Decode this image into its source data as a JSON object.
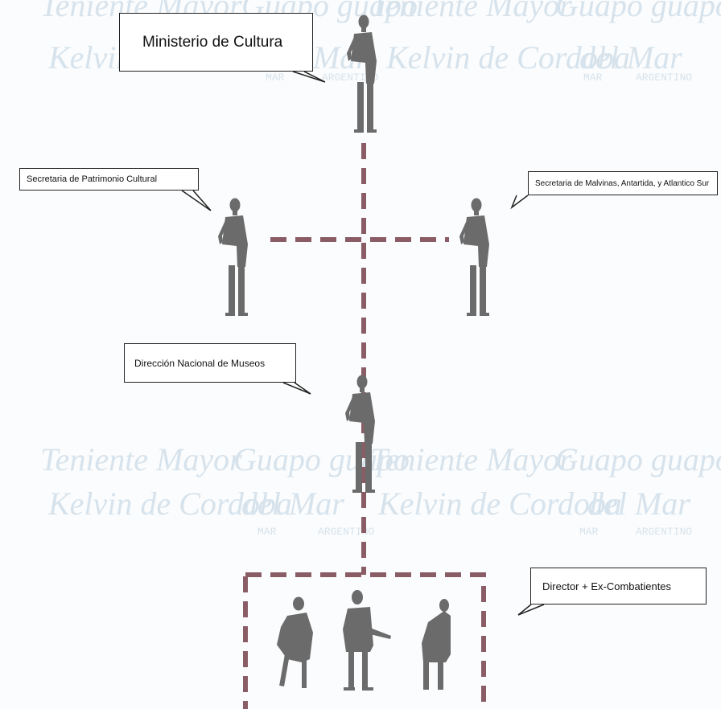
{
  "colors": {
    "figure": "#6b6b6b",
    "connector": "#8a5c66",
    "background": "#fbfcfd",
    "watermark": "#d7e3ec"
  },
  "watermark": {
    "lines": [
      "Teniente Mayor",
      "Guapo guapo",
      "Teniente Mayor",
      "Guapo guapo",
      "Kelvin de Cordoba",
      "del Mar",
      "Kelvin de Cordoba",
      "del Mar"
    ],
    "stamps": [
      "MAR",
      "ARGENTINO"
    ]
  },
  "nodes": {
    "ministerio": {
      "label": "Ministerio de Cultura",
      "icon": "person-silhouette-icon"
    },
    "patrimonio": {
      "label": "Secretaria de Patrimonio Cultural",
      "icon": "person-silhouette-icon"
    },
    "malvinas": {
      "label": "Secretaria de Malvinas, Antartida, y Atlantico Sur",
      "icon": "person-silhouette-icon"
    },
    "museos": {
      "label": "Dirección Nacional de Museos",
      "icon": "person-silhouette-icon"
    },
    "director": {
      "label": "Director + Ex-Combatientes",
      "icon": "group-silhouette-icon"
    }
  }
}
